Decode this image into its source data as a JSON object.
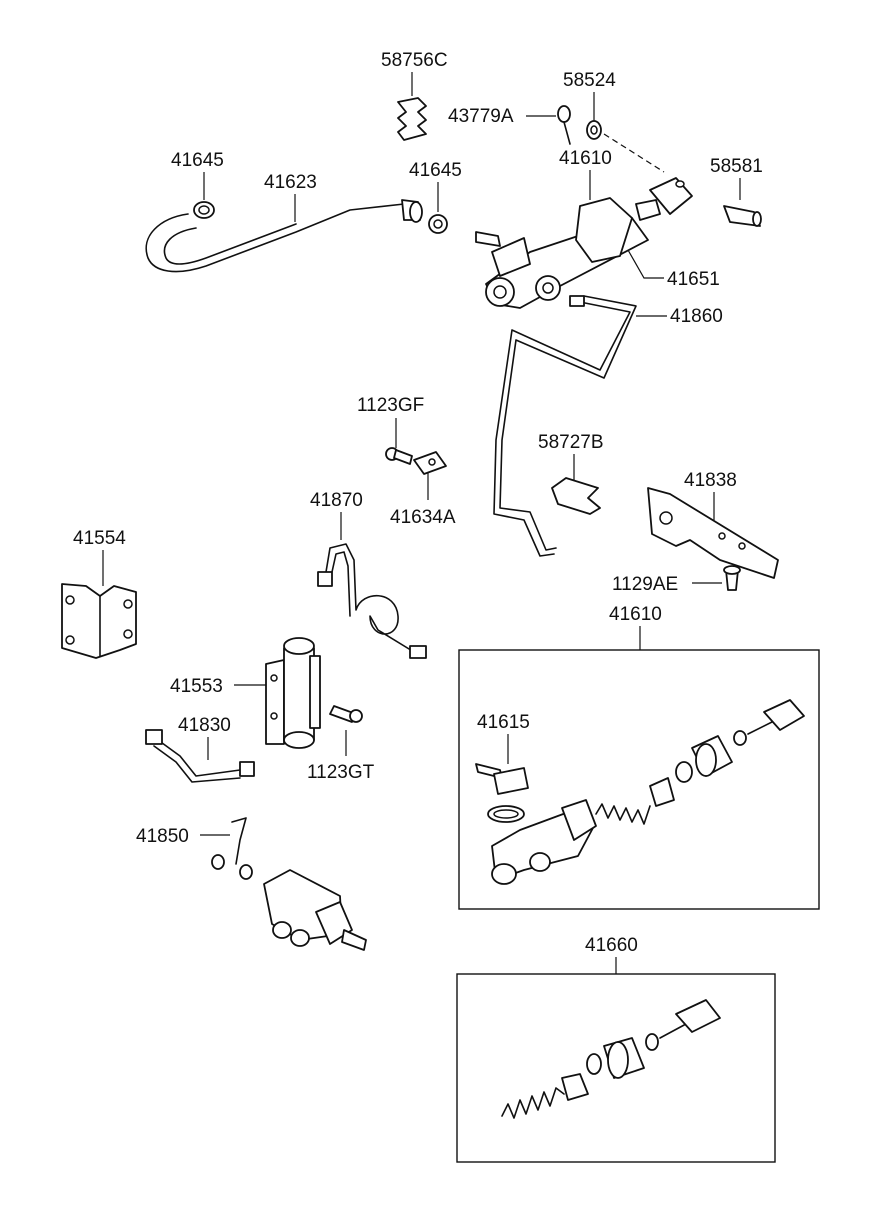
{
  "labels": {
    "l_58756C": "58756C",
    "l_58524": "58524",
    "l_43779A": "43779A",
    "l_41645_a": "41645",
    "l_41623": "41623",
    "l_41645_b": "41645",
    "l_41610_a": "41610",
    "l_58581": "58581",
    "l_41651": "41651",
    "l_41860": "41860",
    "l_1123GF": "1123GF",
    "l_58727B": "58727B",
    "l_41838": "41838",
    "l_41634A": "41634A",
    "l_41870": "41870",
    "l_41554": "41554",
    "l_1129AE": "1129AE",
    "l_41610_b": "41610",
    "l_41553": "41553",
    "l_41615": "41615",
    "l_41830": "41830",
    "l_1123GT": "1123GT",
    "l_41850": "41850",
    "l_41660": "41660"
  }
}
